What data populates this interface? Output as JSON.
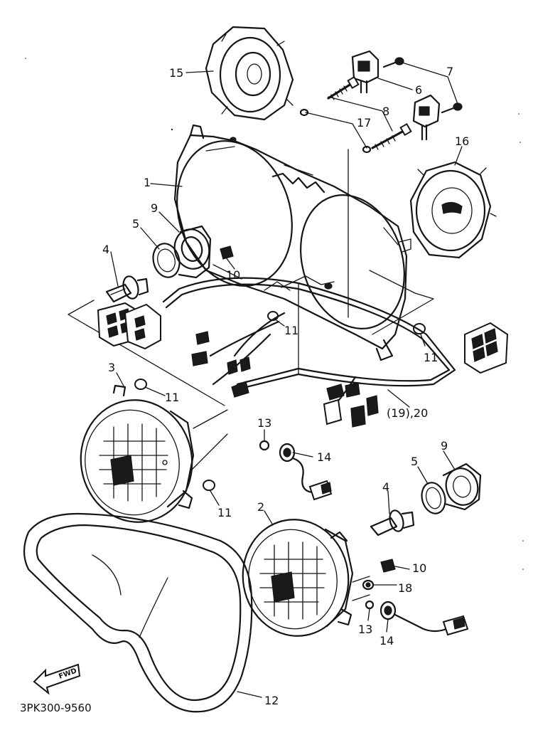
{
  "callouts": {
    "c1": "1",
    "c2": "2",
    "c3": "3",
    "c4a": "4",
    "c4b": "4",
    "c5a": "5",
    "c5b": "5",
    "c6": "6",
    "c7": "7",
    "c8": "8",
    "c9a": "9",
    "c9b": "9",
    "c10a": "10",
    "c10b": "10",
    "c11a": "11",
    "c11b": "11",
    "c11c": "11",
    "c11d": "11",
    "c12": "12",
    "c13a": "13",
    "c13b": "13",
    "c14a": "14",
    "c14b": "14",
    "c15": "15",
    "c16": "16",
    "c17": "17",
    "c18": "18",
    "c19": "(19),20"
  },
  "fwd_label": "FWD",
  "footer_code": "3PK300-9560"
}
